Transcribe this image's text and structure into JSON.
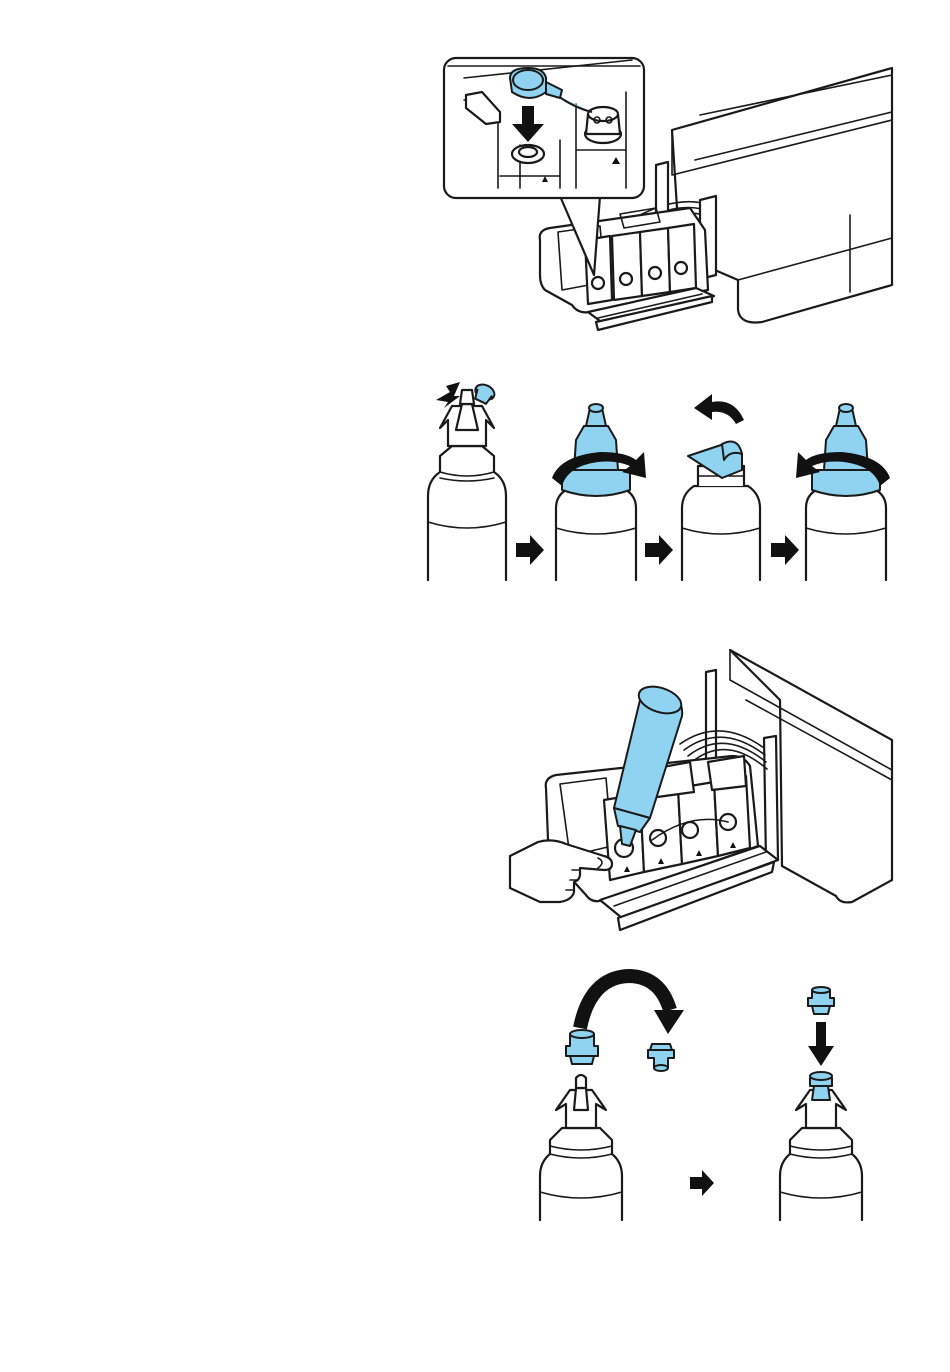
{
  "figure": {
    "panels": [
      {
        "id": "open-tank-cap",
        "icon": "printer-ink-tank-icon"
      },
      {
        "id": "prepare-ink-bottle",
        "icon": "ink-bottle-icon"
      },
      {
        "id": "fill-ink-tank",
        "icon": "hand-pointing-icon"
      },
      {
        "id": "reseal-ink-bottle",
        "icon": "ink-bottle-cap-icon"
      }
    ],
    "colors": {
      "ink_cyan": "#8fd3f0",
      "outline": "#1a1a1a",
      "background": "#ffffff"
    }
  }
}
